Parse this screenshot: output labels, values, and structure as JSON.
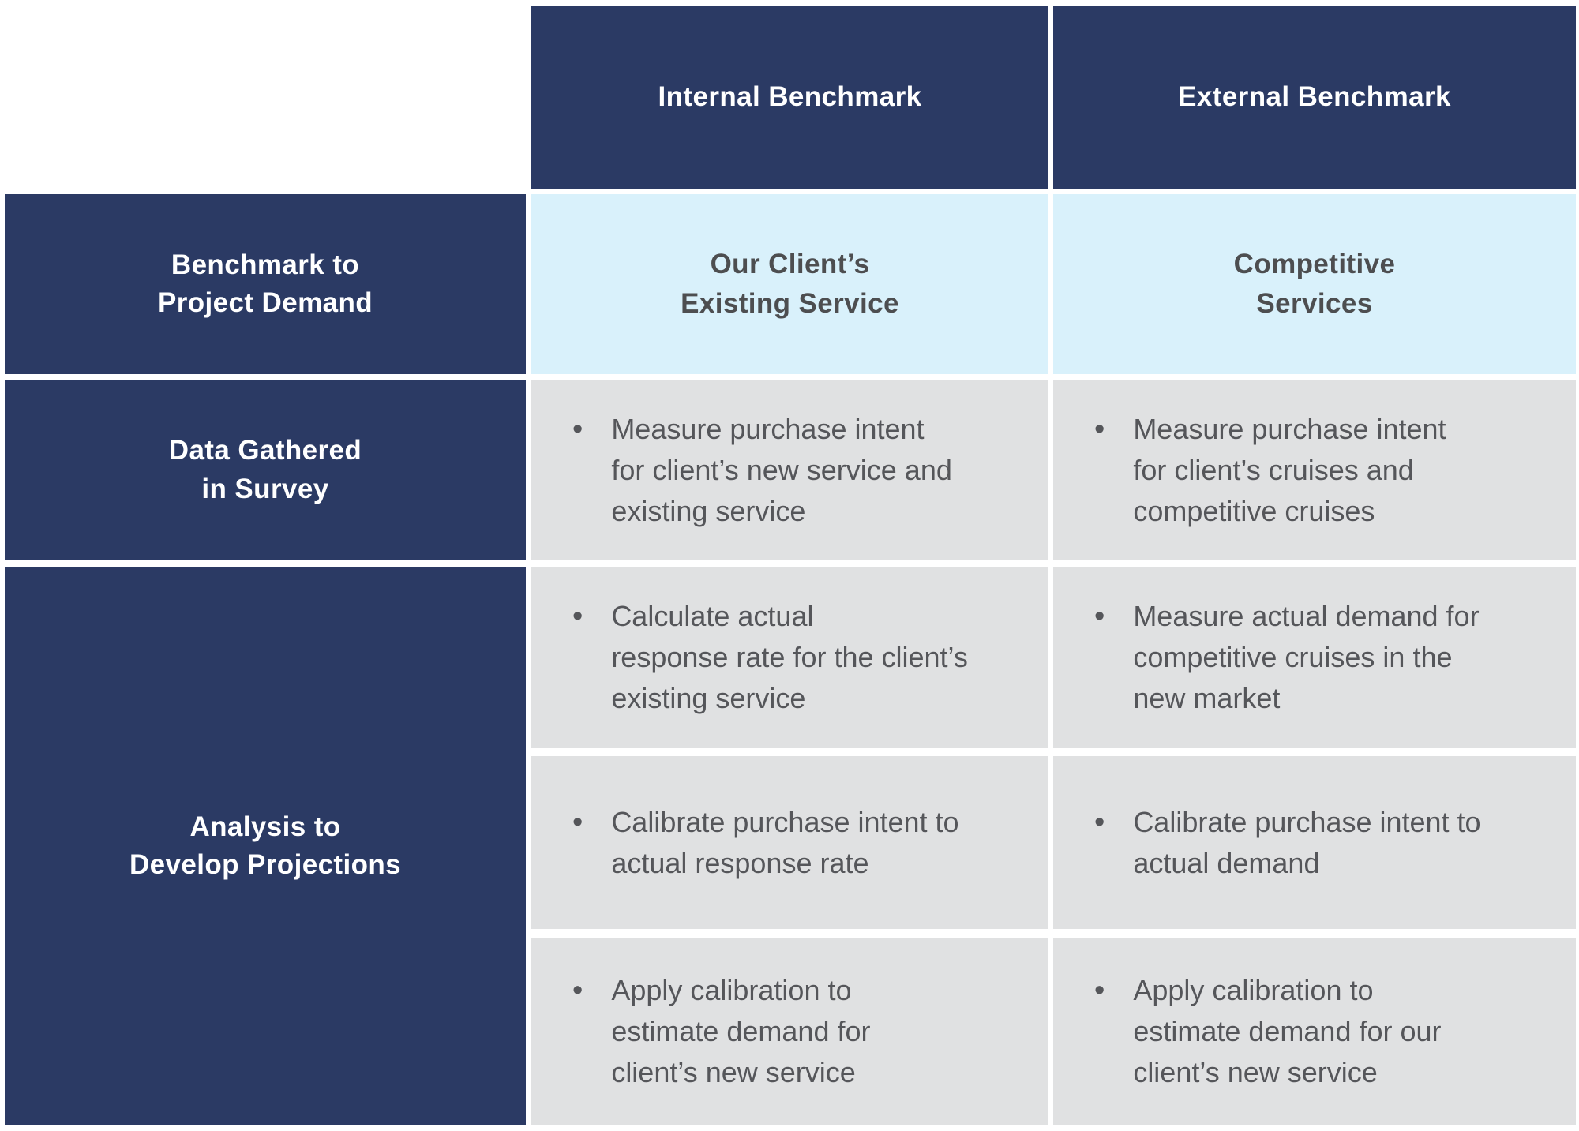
{
  "colors": {
    "navy": "#2b3a64",
    "light_blue": "#d9f1fb",
    "gray": "#e0e1e2",
    "body_text": "#55565a",
    "light_blue_text": "#4d4e50",
    "header_text": "#ffffff",
    "background": "#ffffff"
  },
  "bullet": "•",
  "columns": {
    "internal": {
      "header": "Internal Benchmark"
    },
    "external": {
      "header": "External Benchmark"
    }
  },
  "rows": {
    "benchmark": {
      "label": "Benchmark to\nProject Demand",
      "internal": "Our Client’s\nExisting Service",
      "external": "Competitive\nServices"
    },
    "data_gathered": {
      "label": "Data Gathered\nin Survey",
      "internal": "Measure purchase intent\nfor client’s new service and\nexisting service",
      "external": "Measure purchase intent\nfor client’s cruises and\ncompetitive cruises"
    },
    "analysis": {
      "label": "Analysis to\nDevelop Projections",
      "bullet_rows": [
        {
          "internal": "Calculate actual\nresponse rate for the client’s\nexisting service",
          "external": "Measure actual demand for\ncompetitive cruises in the\nnew market"
        },
        {
          "internal": "Calibrate purchase intent to\nactual response rate",
          "external": "Calibrate purchase intent to\nactual demand"
        },
        {
          "internal": "Apply calibration to\nestimate demand for\nclient’s new service",
          "external": "Apply calibration to\nestimate demand for our\nclient’s new service"
        }
      ]
    }
  }
}
